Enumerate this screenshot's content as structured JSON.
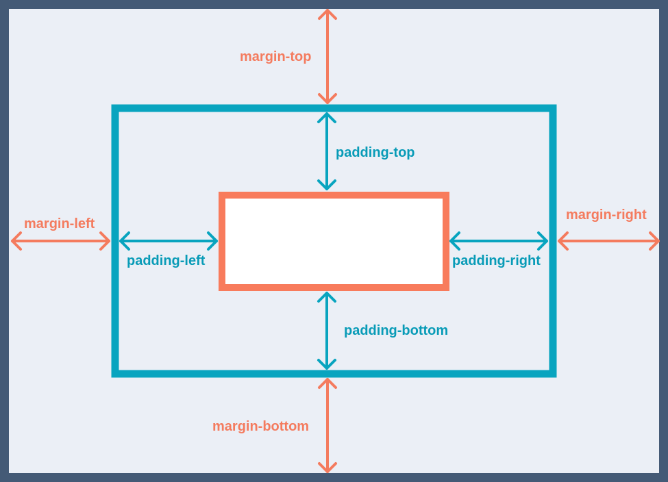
{
  "colors": {
    "frame": "#445a76",
    "background": "#ebeff6",
    "padding_box": "#08a4bf",
    "content_box": "#f87b5c",
    "content_fill": "#ffffff",
    "margin_text": "#f47b5e",
    "padding_text": "#089bb7"
  },
  "labels": {
    "margin_top": "margin-top",
    "margin_left": "margin-left",
    "margin_right": "margin-right",
    "margin_bottom": "margin-bottom",
    "padding_top": "padding-top",
    "padding_left": "padding-left",
    "padding_right": "padding-right",
    "padding_bottom": "padding-bottom"
  }
}
